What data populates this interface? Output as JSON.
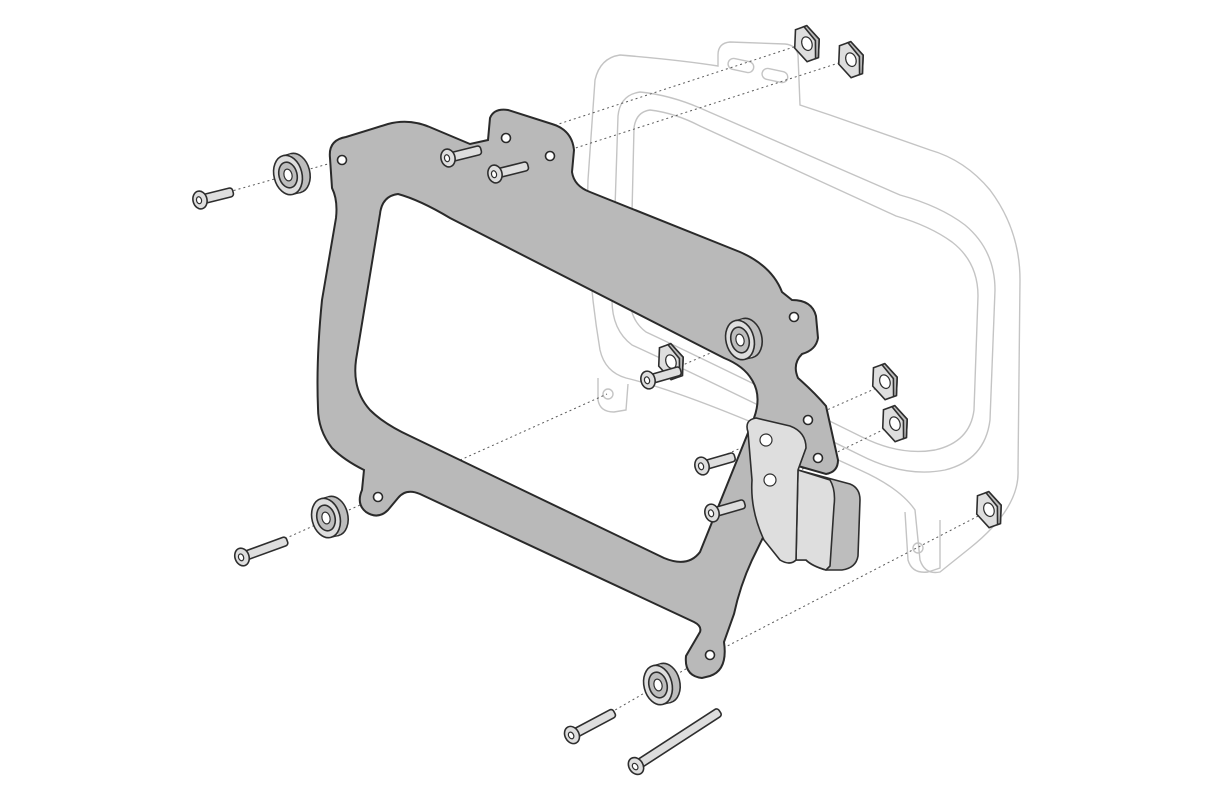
{
  "figure": {
    "kind": "exploded-assembly-drawing",
    "colors": {
      "background": "#ffffff",
      "plate_fill": "#b9b9b9",
      "hardware_fill": "#dedede",
      "outline": "#2a2a2a",
      "ghost_outline": "#c4c4c4"
    },
    "parts": [
      {
        "part": "side-carrier-plate",
        "count": 1
      },
      {
        "part": "mounting-bracket",
        "count": 1
      },
      {
        "part": "ghost-pannier-frame",
        "count": 1
      },
      {
        "part": "spacer-bushing",
        "count": 4
      },
      {
        "part": "hex-nut",
        "count": 6
      },
      {
        "part": "socket-screw",
        "count": 9
      }
    ]
  }
}
